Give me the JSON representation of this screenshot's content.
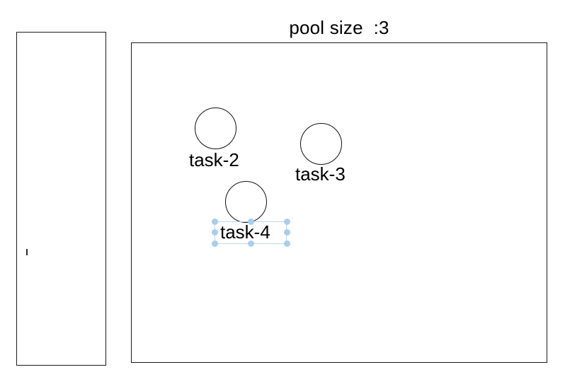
{
  "canvas": {
    "title": "pool size  :3",
    "nodes": [
      {
        "id": "task-2",
        "label": "task-2",
        "selected": false
      },
      {
        "id": "task-3",
        "label": "task-3",
        "selected": false
      },
      {
        "id": "task-4",
        "label": "task-4",
        "selected": true
      }
    ]
  },
  "side_panel": {
    "content": ""
  },
  "colors": {
    "stroke": "#111111",
    "panel_border": "#1b1b1b",
    "selection_handle": "#a9cdef",
    "selection_outline": "#bcd8f5",
    "background": "#ffffff"
  },
  "selection": {
    "target": "task-4",
    "handle_count": 8
  }
}
